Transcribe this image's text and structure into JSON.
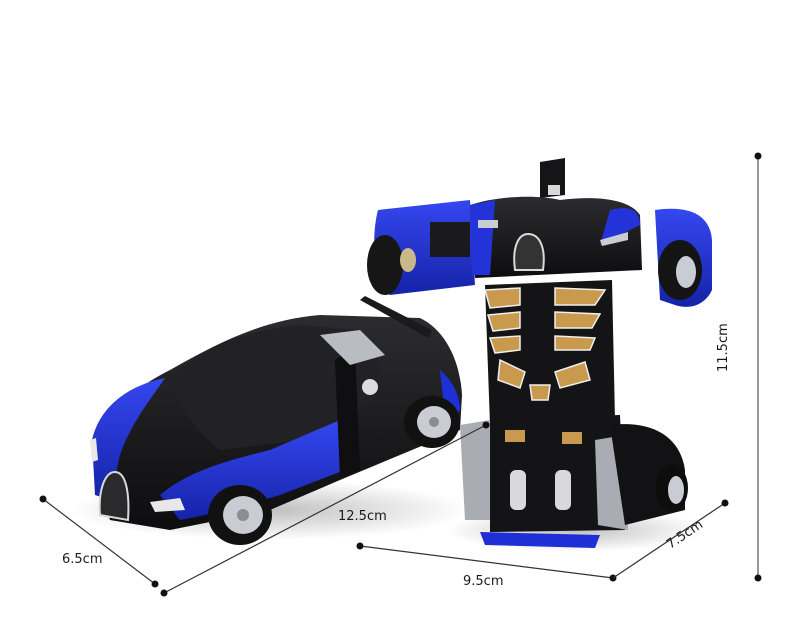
{
  "product": {
    "description": "Transforming robot car toy, shown in car mode and robot mode with dimensions",
    "colors": {
      "body_blue": "#1f2fd6",
      "body_black": "#161618",
      "accent_gold": "#c99a4e",
      "silver": "#b9bcc2",
      "dimension_line": "#333333"
    }
  },
  "dimensions": {
    "car_width": "6.5cm",
    "car_length": "12.5cm",
    "robot_width": "9.5cm",
    "robot_depth": "7.5cm",
    "robot_height": "11.5cm"
  }
}
